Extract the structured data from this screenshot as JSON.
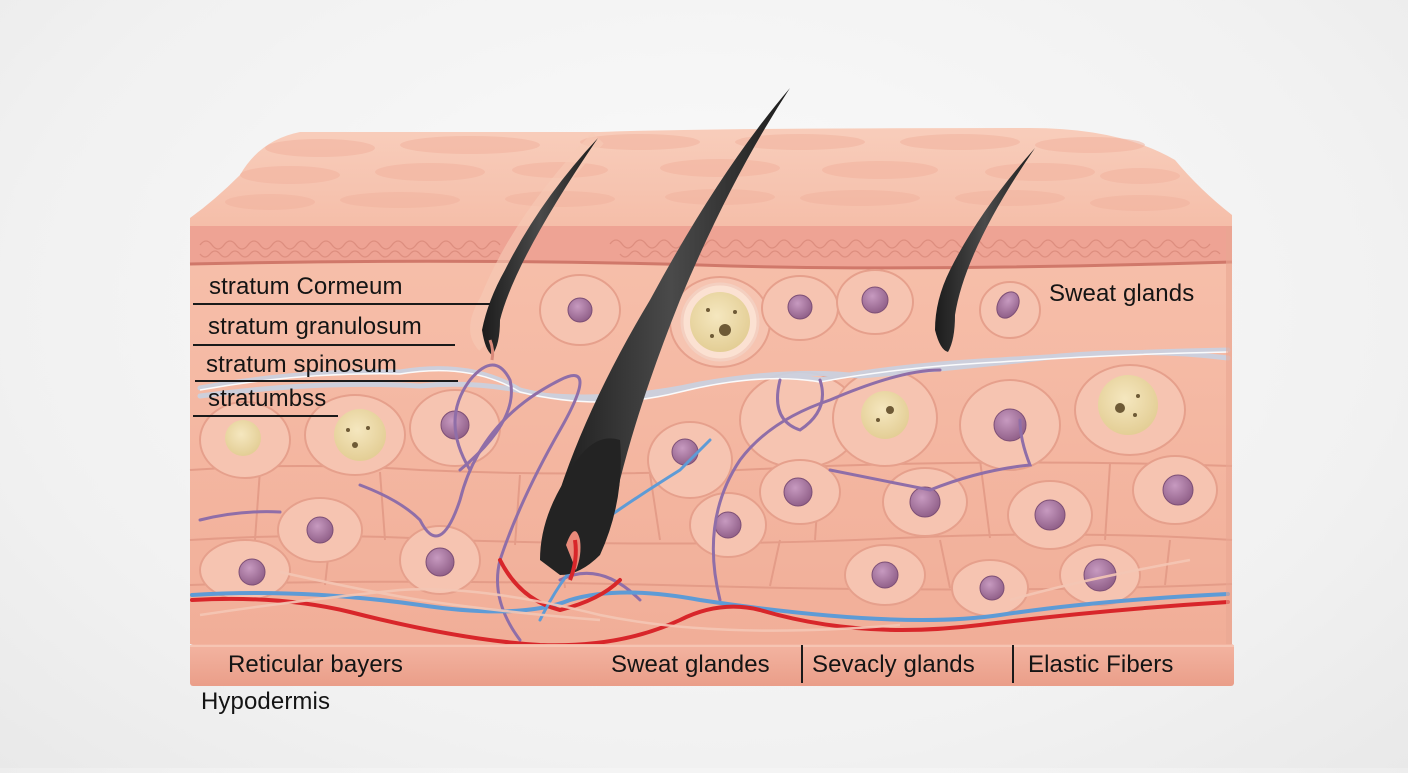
{
  "diagram": {
    "title": "Skin cross-section",
    "colors": {
      "background": "#f2f2f2",
      "skin_surface": "#f6c2ad",
      "skin_mid": "#f4b7a2",
      "cell_outline": "#e39a86",
      "granular_band": "#eea596",
      "nucleus": "#9c6a93",
      "hair": "#2a2a2a",
      "artery": "#d8262a",
      "vein": "#5e9bd6",
      "nerve": "#8f6ea8",
      "fibers": "#c9d2e2",
      "label_text": "#141414"
    },
    "labels": {
      "left": [
        {
          "text": "stratum Cormeum"
        },
        {
          "text": "stratum granulosum"
        },
        {
          "text": "stratum spinosum"
        },
        {
          "text": "stratumbss"
        }
      ],
      "right": [
        {
          "text": "Sweat glands"
        }
      ],
      "bottom": [
        {
          "text": "Reticular bayers"
        },
        {
          "text": "Sweat glandes"
        },
        {
          "text": "Sevacly glands"
        },
        {
          "text": "Elastic Fibers"
        }
      ],
      "below": [
        {
          "text": "Hypodermis"
        }
      ]
    }
  }
}
